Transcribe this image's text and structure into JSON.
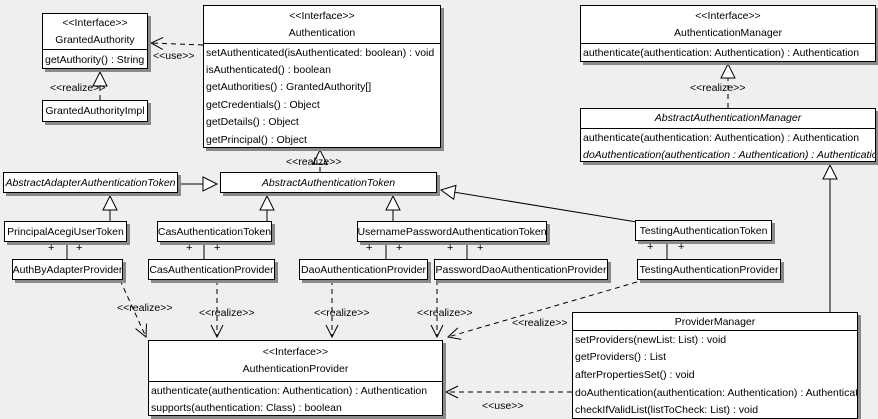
{
  "labels": {
    "interface_stereotype": "<<Interface>>",
    "realize": "<<realize>>",
    "use": "<<use>>",
    "plus": "+"
  },
  "classes": {
    "granted_authority": {
      "stereotype": "<<Interface>>",
      "name": "GrantedAuthority",
      "members": [
        "getAuthority() : String"
      ]
    },
    "granted_authority_impl": {
      "name": "GrantedAuthorityImpl"
    },
    "authentication": {
      "stereotype": "<<Interface>>",
      "name": "Authentication",
      "members": [
        "setAuthenticated(isAuthenticated: boolean) : void",
        "isAuthenticated() : boolean",
        "getAuthorities() : GrantedAuthority[]",
        "getCredentials() : Object",
        "getDetails() : Object",
        "getPrincipal() : Object"
      ]
    },
    "authentication_manager": {
      "stereotype": "<<Interface>>",
      "name": "AuthenticationManager",
      "members": [
        "authenticate(authentication: Authentication) : Authentication"
      ]
    },
    "abstract_authentication_manager": {
      "name": "AbstractAuthenticationManager",
      "members": [
        "authenticate(authentication: Authentication) : Authentication",
        "doAuthentication(authentication : Authentication) : Authentication"
      ]
    },
    "abstract_adapter_authentication_token": {
      "name": "AbstractAdapterAuthenticationToken"
    },
    "abstract_authentication_token": {
      "name": "AbstractAuthenticationToken"
    },
    "principal_acegi_user_token": {
      "name": "PrincipalAcegiUserToken"
    },
    "cas_authentication_token": {
      "name": "CasAuthenticationToken"
    },
    "username_password_authentication_token": {
      "name": "UsernamePasswordAuthenticationToken"
    },
    "testing_authentication_token": {
      "name": "TestingAuthenticationToken"
    },
    "auth_by_adapter_provider": {
      "name": "AuthByAdapterProvider"
    },
    "cas_authentication_provider": {
      "name": "CasAuthenticationProvider"
    },
    "dao_authentication_provider": {
      "name": "DaoAuthenticationProvider"
    },
    "password_dao_authentication_provider": {
      "name": "PasswordDaoAuthenticationProvider"
    },
    "testing_authentication_provider": {
      "name": "TestingAuthenticationProvider"
    },
    "authentication_provider": {
      "stereotype": "<<Interface>>",
      "name": "AuthenticationProvider",
      "members": [
        "authenticate(authentication: Authentication) : Authentication",
        "supports(authentication: Class) : boolean"
      ]
    },
    "provider_manager": {
      "name": "ProviderManager",
      "members": [
        "setProviders(newList: List) : void",
        "getProviders() : List",
        "afterPropertiesSet() : void",
        "doAuthentication(authentication: Authentication) : Authentication",
        "checkIfValidList(listToCheck: List) : void"
      ]
    }
  },
  "colors": {
    "background": "#efefef",
    "box_fill": "#ffffff",
    "line": "#000000",
    "shadow": "#8a8a8a"
  }
}
